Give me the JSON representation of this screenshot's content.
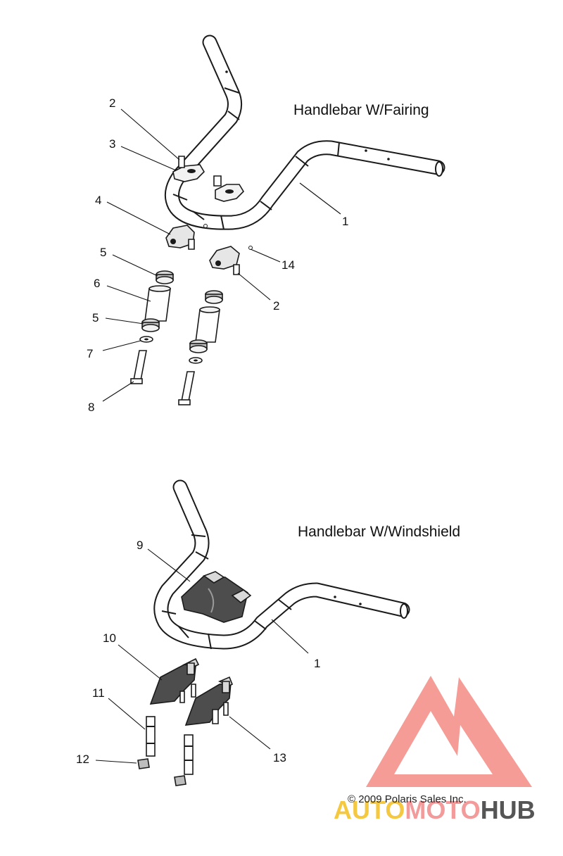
{
  "sections": [
    {
      "title": "Handlebar W/Fairing"
    },
    {
      "title": "Handlebar W/Windshield"
    }
  ],
  "callouts": {
    "fairing": [
      "2",
      "3",
      "4",
      "5",
      "6",
      "5",
      "7",
      "8",
      "1",
      "14",
      "2"
    ],
    "windshield": [
      "9",
      "1",
      "10",
      "11",
      "12",
      "13"
    ]
  },
  "copyright": "© 2009 Polaris Sales Inc.",
  "watermark": {
    "text_auto": "AUTO",
    "text_moto": "MOTO",
    "text_hub": "HUB",
    "color_logo": "#f28b82",
    "color_auto": "#f5c842",
    "color_moto": "#f39a9a",
    "color_hub": "#555555"
  }
}
